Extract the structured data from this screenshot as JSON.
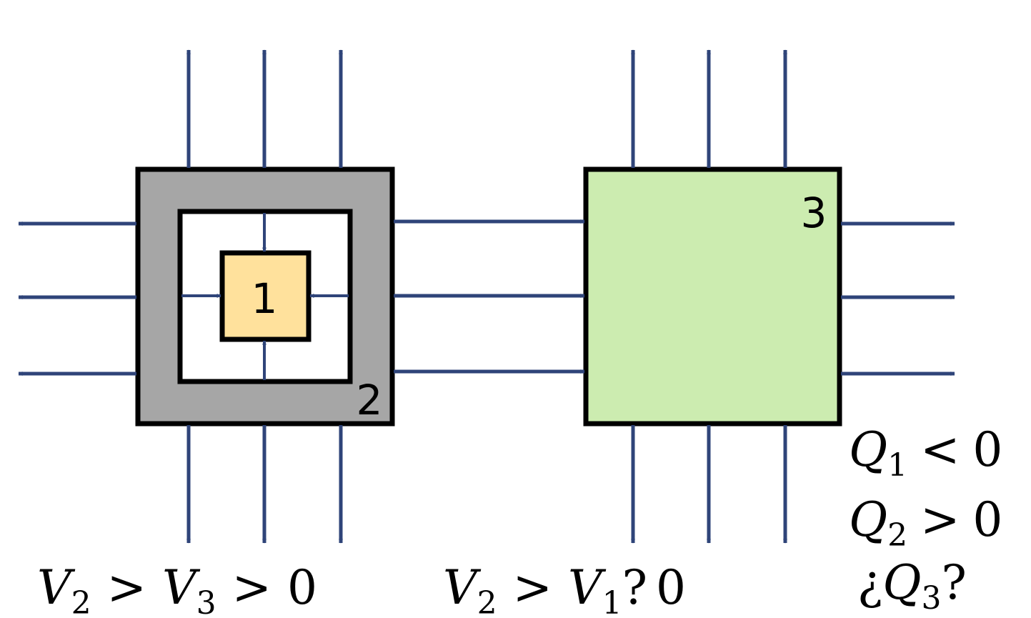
{
  "colors": {
    "arrow": "#2f4479",
    "box_border": "#000000",
    "box1_fill": "#ffe19c",
    "box2_fill": "#a6a6a6",
    "box2_inner_fill": "#ffffff",
    "box3_fill": "#ccecb0"
  },
  "boxes": {
    "box1_label": "1",
    "box2_label": "2",
    "box3_label": "3"
  },
  "equations": {
    "left": {
      "v2": "V",
      "v2_sub": "2",
      "op1": ">",
      "v3": "V",
      "v3_sub": "3",
      "op2": ">",
      "zero": "0"
    },
    "middle": {
      "v2": "V",
      "v2_sub": "2",
      "op1": ">",
      "v1": "V",
      "v1_sub": "1",
      "op2": "?",
      "zero": "0"
    },
    "q1": {
      "q": "Q",
      "sub": "1",
      "op": "<",
      "zero": "0"
    },
    "q2": {
      "q": "Q",
      "sub": "2",
      "op": ">",
      "zero": "0"
    },
    "q3": {
      "open": "¿",
      "q": "Q",
      "sub": "3",
      "close": "?"
    }
  }
}
